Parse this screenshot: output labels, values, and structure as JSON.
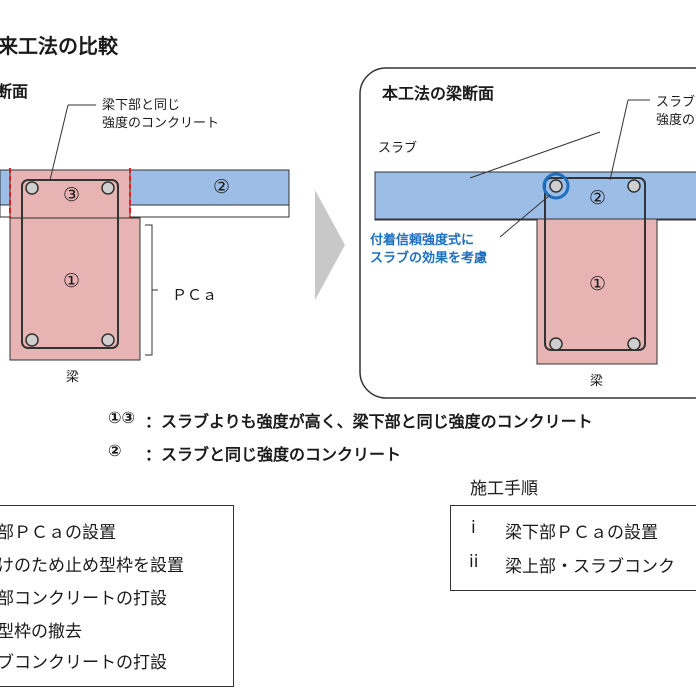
{
  "title": "来工法の比較",
  "left_panel": {
    "heading": "断面",
    "callout": [
      "梁下部と同じ",
      "強度のコンクリート"
    ],
    "pca_label": "ＰＣａ",
    "beam_label": "梁",
    "marks": {
      "m1": "①",
      "m2": "②",
      "m3": "③"
    }
  },
  "right_panel": {
    "heading": "本工法の梁断面",
    "callout": [
      "スラブ",
      "強度の"
    ],
    "slab_label": "スラブ",
    "note": [
      "付着信頼強度式に",
      "スラブの効果を考慮"
    ],
    "beam_label": "梁",
    "marks": {
      "m1": "①",
      "m2": "②"
    }
  },
  "legend": {
    "row1_mark": "①③",
    "row1_text": "：スラブよりも強度が高く、梁下部と同じ強度のコンクリート",
    "row2_mark": "②",
    "row2_text": "：スラブと同じ強度のコンクリート"
  },
  "left_steps": {
    "items": [
      "部ＰＣａの設置",
      "けのため止め型枠を設置",
      "部コンクリートの打設",
      "型枠の撤去",
      "ブコンクリートの打設"
    ]
  },
  "right_steps": {
    "title": "施工手順",
    "items": [
      {
        "num": "i",
        "text": "梁下部ＰＣａの設置"
      },
      {
        "num": "ii",
        "text": "梁上部・スラブコンク"
      }
    ]
  },
  "colors": {
    "slab_blue": "#9bbde6",
    "beam_pink": "#e8b3b3",
    "blue_text": "#1f6fc0",
    "red_dash": "#e02020",
    "arrow_gray": "#c8c8c8"
  }
}
